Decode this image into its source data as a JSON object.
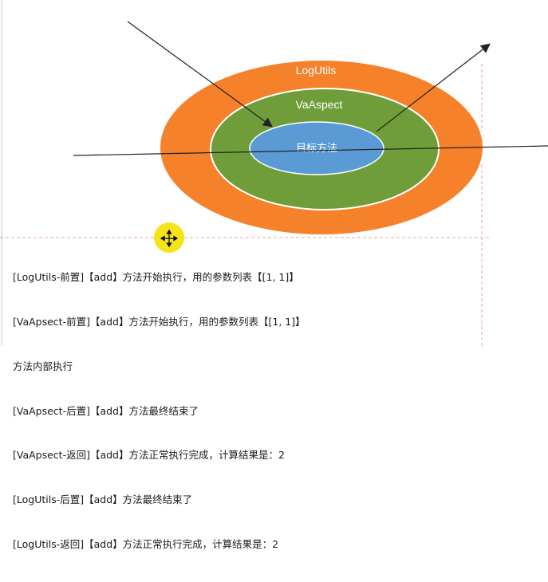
{
  "diagram": {
    "outer_label": "LogUtils",
    "middle_label": "VaAspect",
    "inner_label": "目标方法",
    "colors": {
      "outer": "#f5812a",
      "middle": "#6e9d3a",
      "inner": "#5b9bd5",
      "ring_border": "#ffffff",
      "arrow": "#222222",
      "guide": "#e0a8a8"
    }
  },
  "log": {
    "lines": [
      "[LogUtils-前置]【add】方法开始执行，用的参数列表【[1, 1]】",
      "[VaApsect-前置]【add】方法开始执行，用的参数列表【[1, 1]】",
      "方法内部执行",
      "[VaApsect-后置]【add】方法最终结束了",
      "[VaApsect-返回]【add】方法正常执行完成，计算结果是：2",
      "[LogUtils-后置]【add】方法最终结束了",
      "[LogUtils-返回]【add】方法正常执行完成，计算结果是：2"
    ]
  },
  "cursor": {
    "highlight_color": "#f5e000",
    "icon": "move-cursor-icon"
  }
}
